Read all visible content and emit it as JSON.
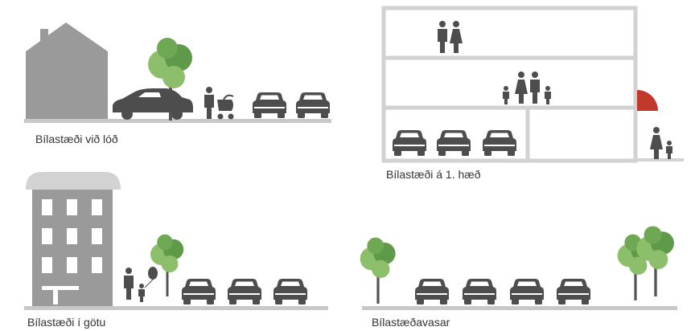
{
  "panels": {
    "lot": {
      "caption": "Bílastæði við lóð"
    },
    "ground_floor": {
      "caption": "Bílastæði á 1. hæð"
    },
    "street": {
      "caption": "Bílastæði í götu"
    },
    "pocket": {
      "caption": "Bílastæðavasar"
    }
  },
  "colors": {
    "building": "#9a9a9a",
    "building_light": "#d2d2d2",
    "car": "#4d4d4d",
    "ground": "#c8c8c8",
    "tree_light": "#8cbe6c",
    "tree_dark": "#5f9a4a",
    "trunk": "#555555",
    "people": "#4d4d4d",
    "door": "#c0392b"
  },
  "icons": [
    "house-icon",
    "tree-icon",
    "sedan-car-icon",
    "parked-car-icon",
    "person-icon",
    "stroller-icon",
    "family-icon",
    "apartment-building-icon",
    "door-icon",
    "balloon-icon"
  ]
}
